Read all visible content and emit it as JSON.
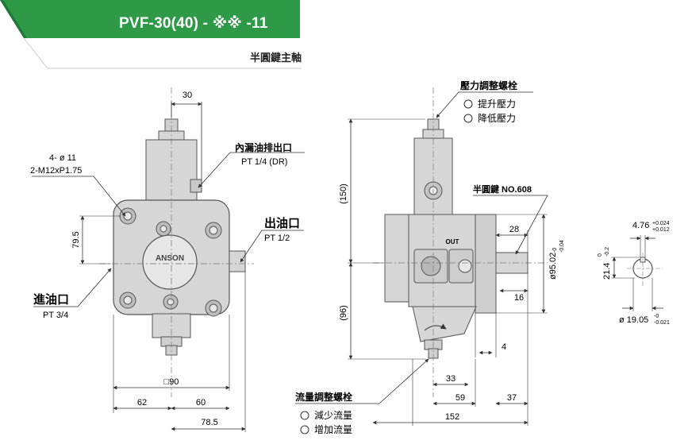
{
  "header": {
    "title": "PVF-30(40) - ※※ -11",
    "subtitle": "半圓鍵主軸"
  },
  "labels": {
    "dim_30": "30",
    "hole_spec_1": "4- ø 11",
    "hole_spec_2": "2-M12xP1.75",
    "dim_79_5": "79.5",
    "inner_drain_title": "內漏油排出口",
    "inner_drain_spec": "PT 1/4 (DR)",
    "outlet_title": "出油口",
    "outlet_spec": "PT 1/2",
    "inlet_title": "進油口",
    "inlet_spec": "PT 3/4",
    "brand": "ANSON",
    "dim_90": "□90",
    "dim_62": "62",
    "dim_60": "60",
    "dim_78_5": "78.5",
    "pressure_adj_title": "壓力調整螺栓",
    "pressure_up": "提升壓力",
    "pressure_down": "降低壓力",
    "key_label": "半圓鍵 NO.608",
    "dim_150": "(150)",
    "dim_96": "(96)",
    "out_mark": "OUT",
    "dim_28": "28",
    "dim_16": "16",
    "dim_4": "4",
    "dim_95_02": "ø95.02",
    "tol_95_a": "-0",
    "tol_95_b": "-0.04",
    "dim_33": "33",
    "dim_59": "59",
    "dim_37": "37",
    "dim_152": "152",
    "flow_adj_title": "流量調整螺栓",
    "flow_down": "減少流量",
    "flow_up": "增加流量",
    "dim_4_76": "4.76",
    "tol_476_a": "+0.024",
    "tol_476_b": "+0.012",
    "dim_21_4": "21.4",
    "tol_214_a": "0",
    "tol_214_b": "-0.2",
    "dim_19_05": "ø 19.05",
    "tol_1905_a": "-0",
    "tol_1905_b": "-0.021"
  },
  "colors": {
    "banner_green": "#2e9a48",
    "banner_dark": "#1f7a37",
    "pump_fill": "#d6d6d6",
    "pump_stroke": "#555555",
    "dim_line": "#333333"
  }
}
